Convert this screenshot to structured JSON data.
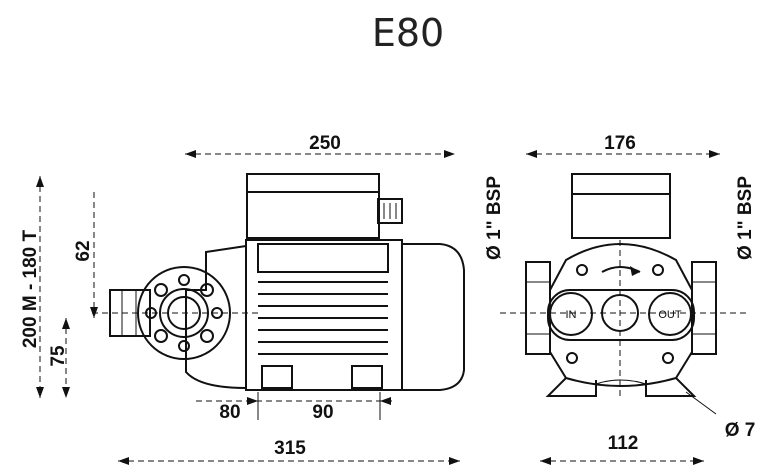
{
  "title": "E80",
  "front_view": {
    "overall_length": "250",
    "base_length": "315",
    "foot_offset": "80",
    "foot_spacing": "90",
    "flange_height": "62",
    "shaft_height": "75",
    "motor_size": "200 M - 180 T"
  },
  "side_view": {
    "overall_width": "176",
    "base_width": "112",
    "inlet_thread": "Ø 1\" BSP",
    "outlet_thread": "Ø 1\" BSP",
    "hole_diameter": "Ø 7",
    "inlet_label": "IN",
    "outlet_label": "OUT"
  }
}
